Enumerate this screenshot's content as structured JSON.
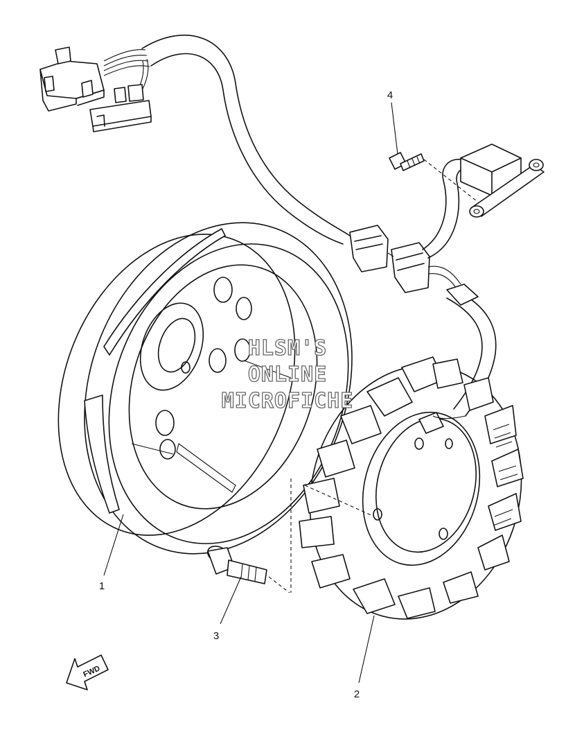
{
  "diagram": {
    "watermark": {
      "line1": "HLSM'S",
      "line2": "ONLINE",
      "line3": "MICROFICHE"
    },
    "callouts": [
      {
        "id": "1",
        "label": "1"
      },
      {
        "id": "2",
        "label": "2"
      },
      {
        "id": "3",
        "label": "3"
      },
      {
        "id": "4",
        "label": "4"
      }
    ],
    "direction_marker": {
      "label": "FWD"
    }
  }
}
